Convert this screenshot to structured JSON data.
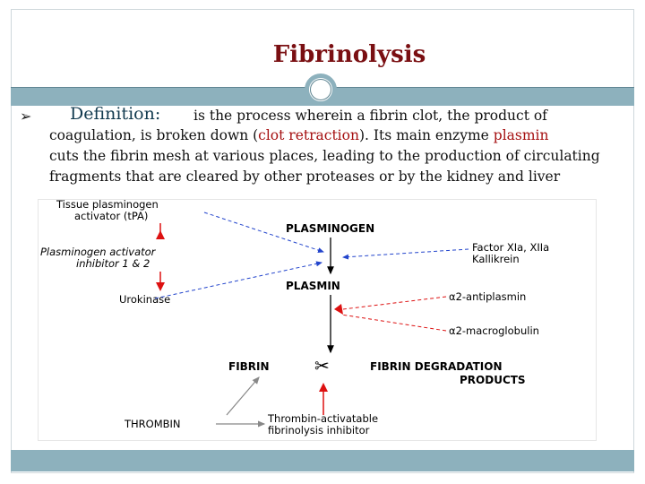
{
  "slide": {
    "title": "Fibrinolysis",
    "definition": {
      "heading": "Definition:",
      "line1": "is the process wherein a fibrin clot, the product of",
      "line2_pre": "coagulation, is broken down (",
      "line2_red1": "clot retraction",
      "line2_mid": "). Its main enzyme ",
      "line2_red2": "plasmin",
      "line3": "cuts the fibrin mesh at various places, leading to the production of circulating",
      "line4": "fragments that are cleared by other proteases or by the kidney and liver"
    }
  },
  "diagram": {
    "tissue_activator_1": "Tissue plasminogen",
    "tissue_activator_2": "activator (tPA)",
    "plasminogen": "PLASMINOGEN",
    "pai_1": "Plasminogen activator",
    "pai_2": "inhibitor 1 & 2",
    "factor_1": "Factor XIa, XIIa",
    "factor_2": "Kallikrein",
    "plasmin": "PLASMIN",
    "urokinase": "Urokinase",
    "antiplasmin": "α2-antiplasmin",
    "macroglobulin": "α2-macroglobulin",
    "fibrin": "FIBRIN",
    "fdp_1": "FIBRIN DEGRADATION",
    "fdp_2": "PRODUCTS",
    "thrombin": "THROMBIN",
    "tafi_1": "Thrombin-activatable",
    "tafi_2": "fibrinolysis inhibitor"
  },
  "colors": {
    "title": "#7a0f12",
    "accent_band": "#8db1bd",
    "highlight_red": "#a50f10",
    "arrow_blue": "#2244cc",
    "arrow_red": "#dd1111"
  }
}
